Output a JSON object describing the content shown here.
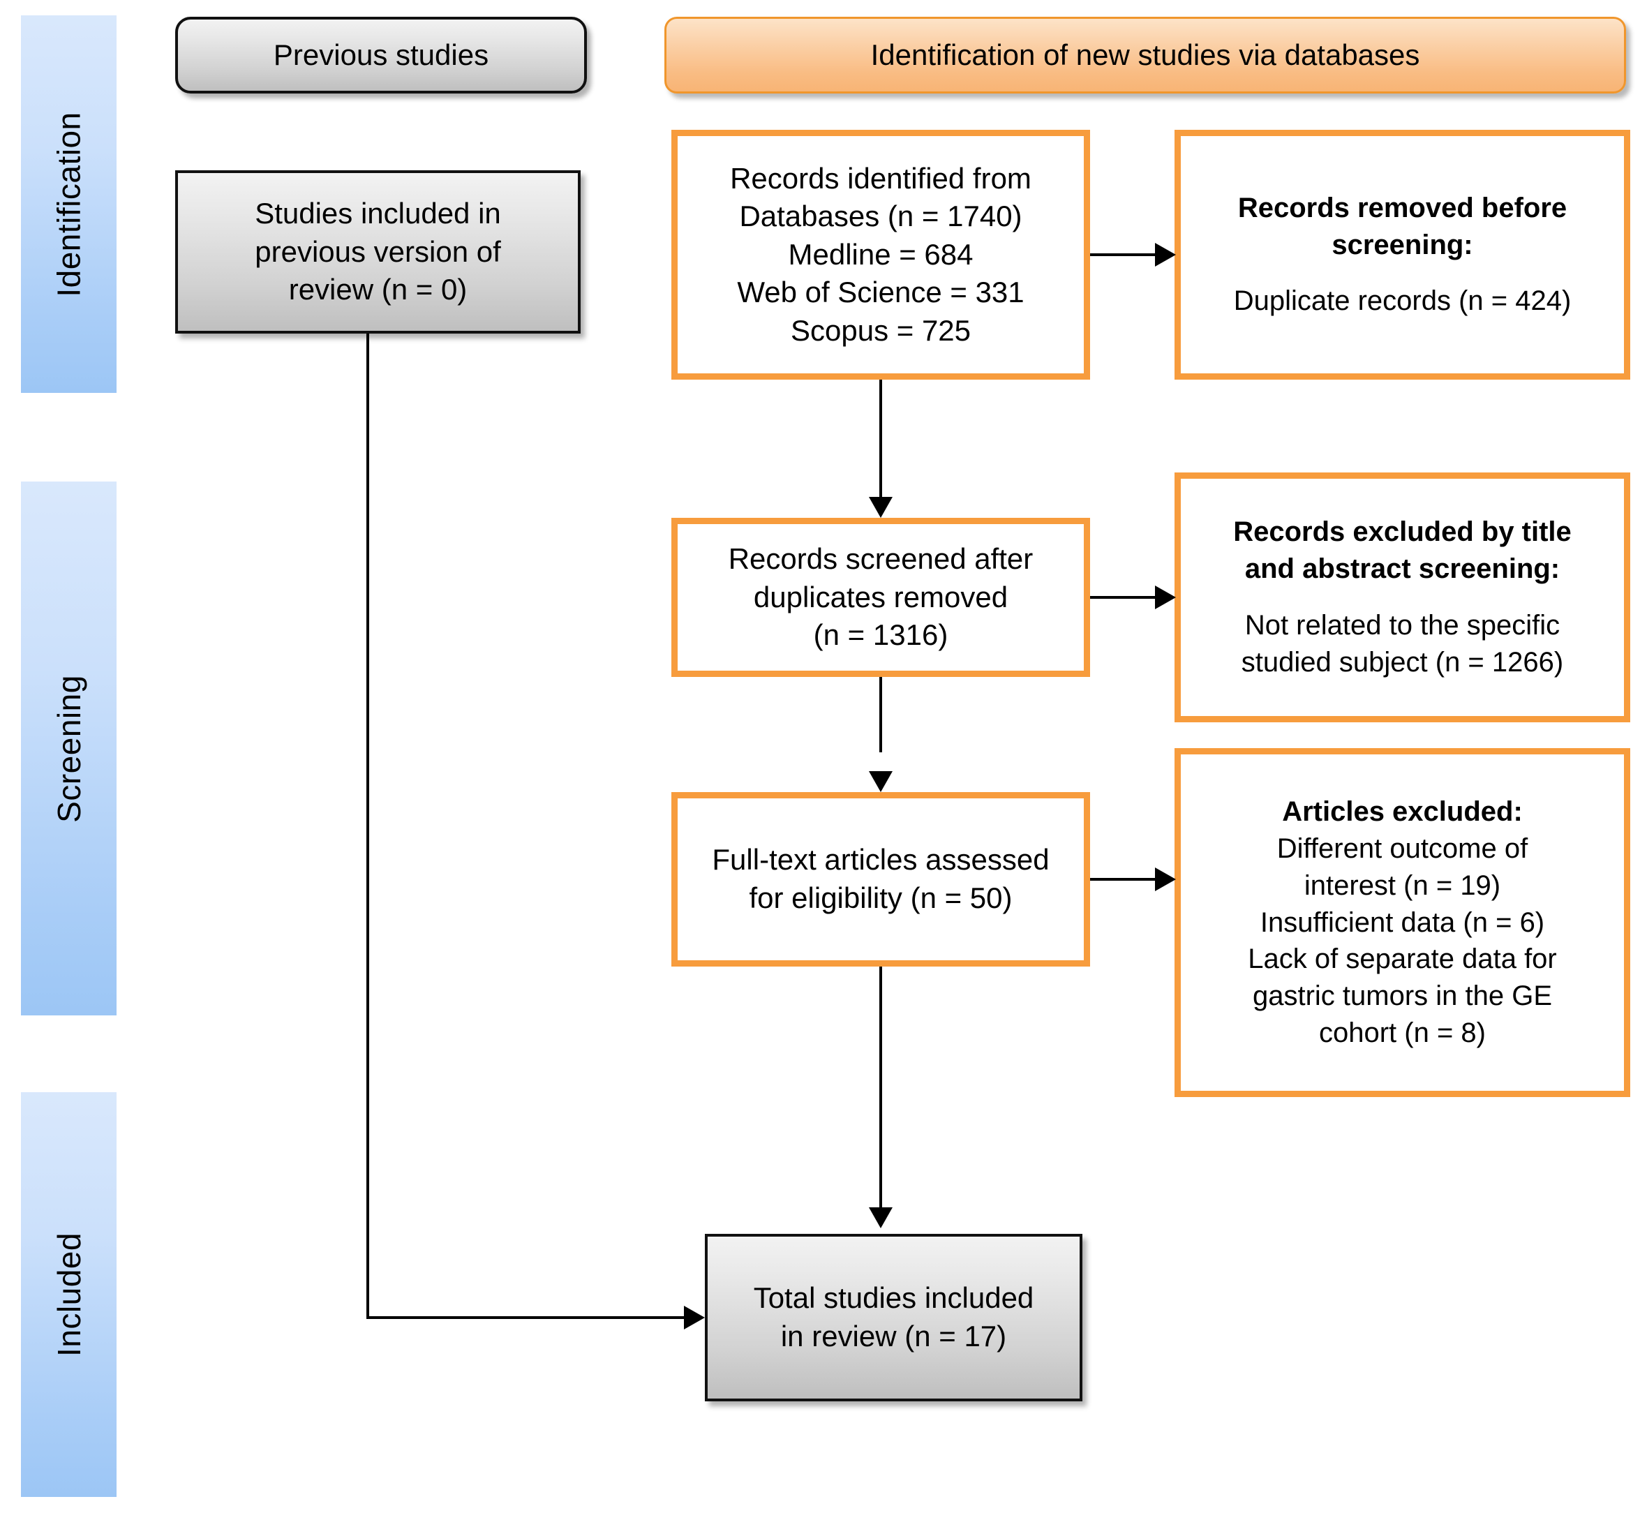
{
  "diagram": {
    "title": "PRISMA flow diagram",
    "colors": {
      "orange_border": "#f79c3d",
      "orange_header_border": "#f0962c",
      "band_blue_top": "#d9e8fc",
      "band_blue_bottom": "#9cc6f5",
      "box_grey": "#d2d2d2",
      "connector": "#000000"
    }
  },
  "stages": [
    {
      "label": "Identification"
    },
    {
      "label": "Screening"
    },
    {
      "label": "Included"
    }
  ],
  "headers": {
    "previous_studies": "Previous studies",
    "new_studies": "Identification of new studies via databases"
  },
  "boxes": {
    "previous_version": {
      "lines": [
        "Studies included in",
        "previous version of",
        "review (n = 0)"
      ]
    },
    "records_identified": {
      "lines": [
        "Records identified from",
        "Databases (n = 1740)",
        "Medline = 684",
        "Web of Science = 331",
        "Scopus = 725"
      ]
    },
    "records_removed": {
      "heading": [
        "Records removed before",
        "screening:"
      ],
      "lines": [
        "Duplicate records (n = 424)"
      ]
    },
    "records_screened": {
      "lines": [
        "Records screened after",
        "duplicates removed",
        "(n = 1316)"
      ]
    },
    "records_excluded": {
      "heading": [
        "Records excluded by title",
        "and abstract screening:"
      ],
      "lines": [
        "Not related to the specific",
        "studied subject (n = 1266)"
      ]
    },
    "fulltext_assessed": {
      "lines": [
        "Full-text articles assessed",
        "for eligibility (n = 50)"
      ]
    },
    "articles_excluded": {
      "heading": [
        "Articles excluded:"
      ],
      "lines": [
        "Different outcome of",
        "interest (n = 19)",
        "Insufficient data (n = 6)",
        "Lack of separate data for",
        "gastric tumors in the GE",
        "cohort (n = 8)"
      ]
    },
    "total_included": {
      "lines": [
        "Total studies included",
        "in review (n = 17)"
      ]
    }
  },
  "chart_data": {
    "type": "table",
    "title": "PRISMA 2020 study selection counts",
    "categories": [
      "Databases total",
      "Medline",
      "Web of Science",
      "Scopus",
      "Duplicate records removed",
      "Records screened",
      "Excluded: not related to specific studied subject",
      "Full-text articles assessed",
      "Excluded: different outcome of interest",
      "Excluded: insufficient data",
      "Excluded: lack of separate data for gastric tumors in the GE cohort",
      "Studies included in previous version of review",
      "Total studies included in review"
    ],
    "values": [
      1740,
      684,
      331,
      725,
      424,
      1316,
      1266,
      50,
      19,
      6,
      8,
      0,
      17
    ]
  }
}
